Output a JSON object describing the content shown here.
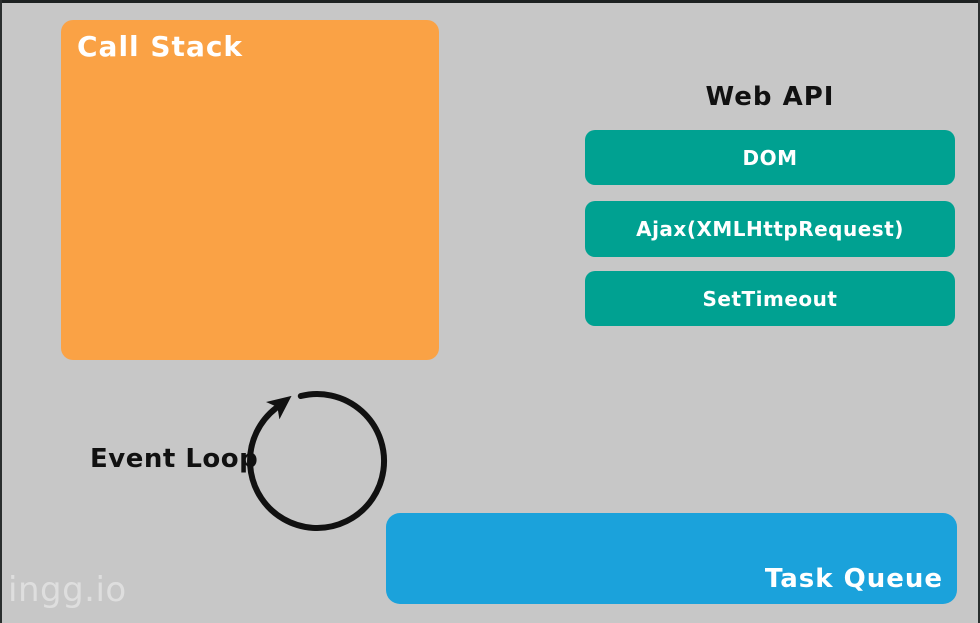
{
  "page": {
    "background_color": "#c7c7c7",
    "frame_color": "#1d2121"
  },
  "call_stack": {
    "label": "Call Stack",
    "color": "#faa245",
    "text_color": "#ffffff"
  },
  "web_api": {
    "title": "Web API",
    "item_color": "#00a191",
    "item_text_color": "#ffffff",
    "items": [
      {
        "label": "DOM"
      },
      {
        "label": "Ajax(XMLHttpRequest)"
      },
      {
        "label": "SetTimeout"
      }
    ]
  },
  "event_loop": {
    "label": "Event Loop",
    "arrow_color": "#111111",
    "direction": "clockwise"
  },
  "task_queue": {
    "label": "Task Queue",
    "color": "#1ba2db",
    "text_color": "#ffffff"
  },
  "watermark": {
    "label": "ingg.io"
  }
}
